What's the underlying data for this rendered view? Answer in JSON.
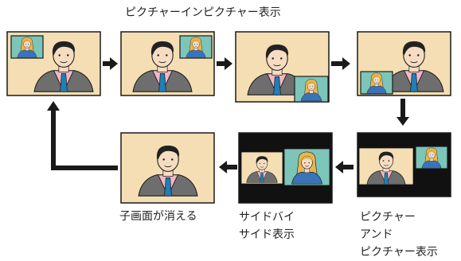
{
  "diagram": {
    "title": "ピクチャーインピクチャー表示",
    "captions": {
      "child_disappears": "子画面が消える",
      "side_by_side": [
        "サイドバイ",
        "サイド表示"
      ],
      "picture_and_picture": [
        "ピクチャー",
        "アンド",
        "ピクチャー表示"
      ]
    }
  },
  "colors": {
    "main_bg": "#f5deb3",
    "sub_bg": "#7cc5b8",
    "frame": "#1a1a1a",
    "arrow": "#1a1a1a",
    "black_band": "#111111",
    "suit": "#6e6e6e",
    "shirt": "#f4b7c4",
    "tie": "#1f7fb6",
    "skin": "#f6dcc1",
    "hair": "#222222",
    "woman_hair": "#e7b64f",
    "woman_top": "#3a73b8"
  }
}
